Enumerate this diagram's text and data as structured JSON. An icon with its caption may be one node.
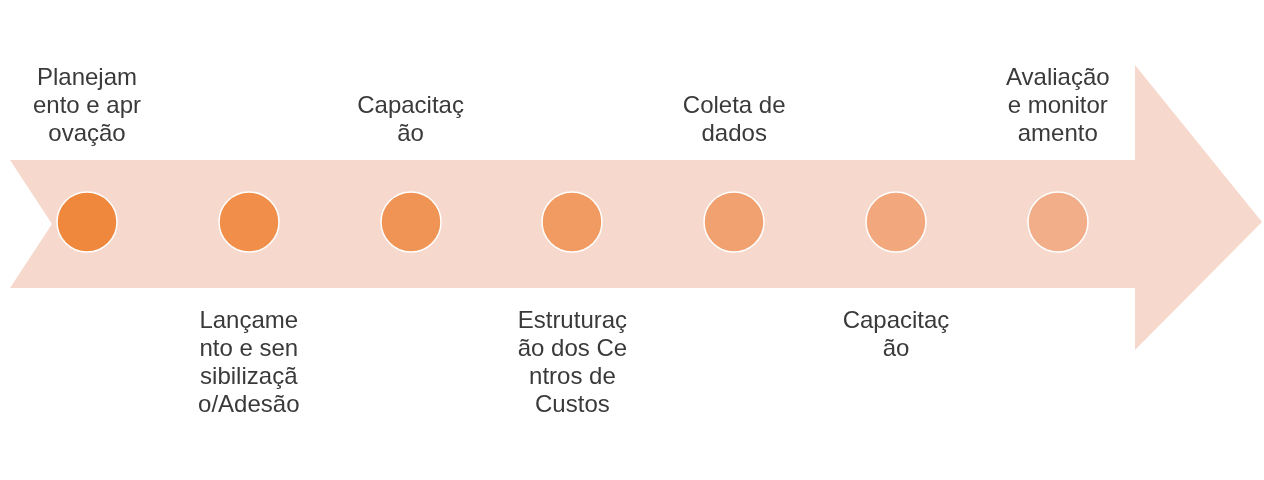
{
  "diagram": {
    "nodes": [
      {
        "text": [],
        "shape": "circle",
        "beside": [
          "Planejamento e aprovação"
        ]
      },
      {
        "text": [],
        "shape": "circle",
        "beside": [
          "Lançamento e sensibilização/Adesão"
        ]
      },
      {
        "text": [],
        "shape": "circle",
        "beside": [
          "Capacitação"
        ]
      },
      {
        "text": [],
        "shape": "circle",
        "beside": [
          "Estruturação dos Centros de Custos"
        ]
      },
      {
        "text": [],
        "shape": "circle",
        "beside": [
          "Coleta de dados"
        ]
      },
      {
        "text": [],
        "shape": "circle",
        "beside": [
          "Capacitação"
        ]
      },
      {
        "text": [],
        "shape": "circle",
        "beside": [
          "Avaliação e monitoramento"
        ]
      }
    ]
  }
}
